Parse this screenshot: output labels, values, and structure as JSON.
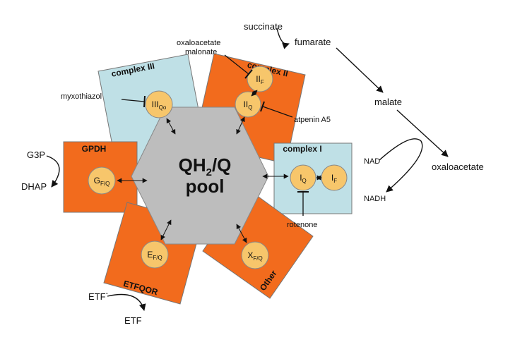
{
  "center": {
    "line1_main": "QH",
    "line1_sub": "2",
    "line1_rest": "/Q",
    "line2": "pool"
  },
  "colors": {
    "orange": "#f26b1d",
    "light_blue": "#bfe0e6",
    "grey": "#bdbdbd",
    "circle": "#f7c66b"
  },
  "complex_iii": {
    "title": "complex III",
    "site_main": "III",
    "site_sub": "Qo"
  },
  "complex_ii": {
    "title": "complex II",
    "site_f_main": "II",
    "site_f_sub": "F",
    "site_q_main": "II",
    "site_q_sub": "Q"
  },
  "complex_i": {
    "title": "complex I",
    "site_q_main": "I",
    "site_q_sub": "Q",
    "site_f_main": "I",
    "site_f_sub": "F"
  },
  "gpdh": {
    "title": "GPDH",
    "site_main": "G",
    "site_sub": "F/Q"
  },
  "etfqor": {
    "title": "ETFQOR",
    "site_main": "E",
    "site_sub": "F/Q"
  },
  "other": {
    "title": "Other",
    "site_main": "X",
    "site_sub": "F/Q"
  },
  "inhibitors": {
    "myxothiazol": "myxothiazol",
    "oxaloacetate": "oxaloacetate",
    "malonate": "malonate",
    "atpenin": "atpenin A5",
    "rotenone": "rotenone"
  },
  "metabolites": {
    "succinate": "succinate",
    "fumarate": "fumarate",
    "malate": "malate",
    "oxaloacetate": "oxaloacetate",
    "nad": "NAD",
    "nadh": "NADH",
    "g3p": "G3P",
    "dhap": "DHAP",
    "etf_minus_main": "ETF",
    "etf_minus_sup": "-",
    "etf": "ETF"
  }
}
